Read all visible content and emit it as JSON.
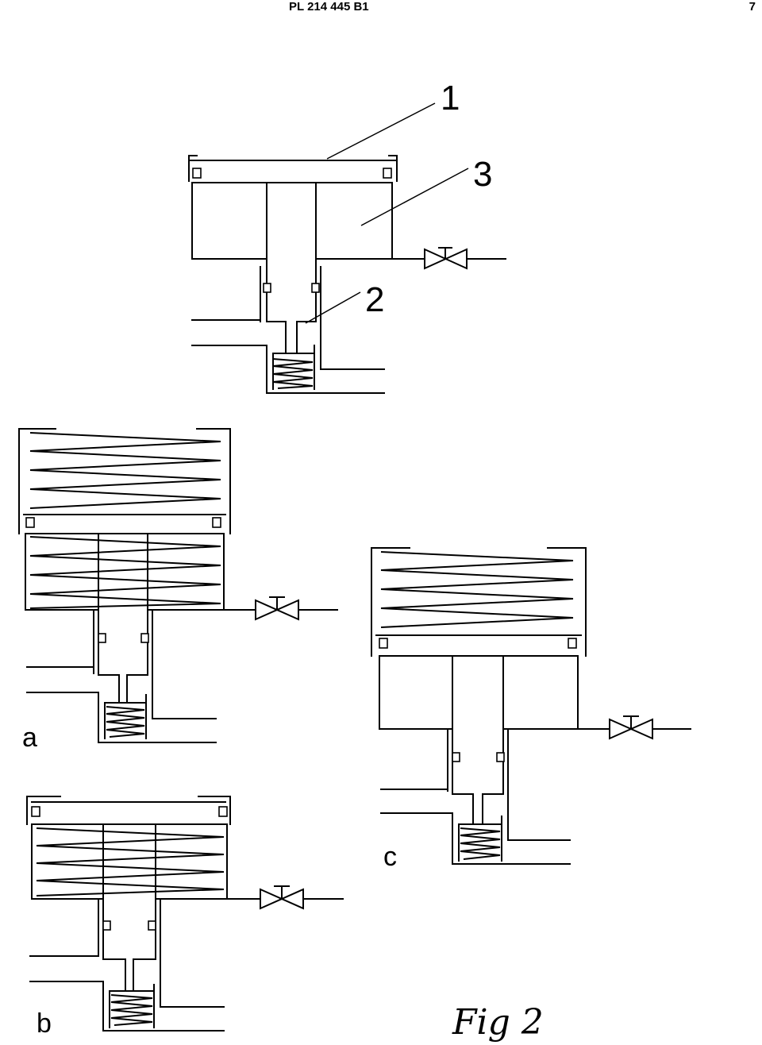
{
  "header": {
    "doc_id": "PL 214 445 B1",
    "page_number": "7"
  },
  "labels": {
    "part1": "1",
    "part2": "2",
    "part3": "3",
    "sub_a": "a",
    "sub_b": "b",
    "sub_c": "c"
  },
  "caption": "Fig 2",
  "icons": [
    "valve-icon",
    "spring-icon",
    "seal-icon"
  ]
}
